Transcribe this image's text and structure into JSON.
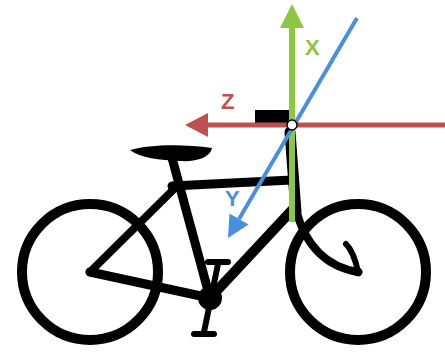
{
  "diagram": {
    "labels": [
      "X",
      "Z",
      "Y"
    ]
  }
}
